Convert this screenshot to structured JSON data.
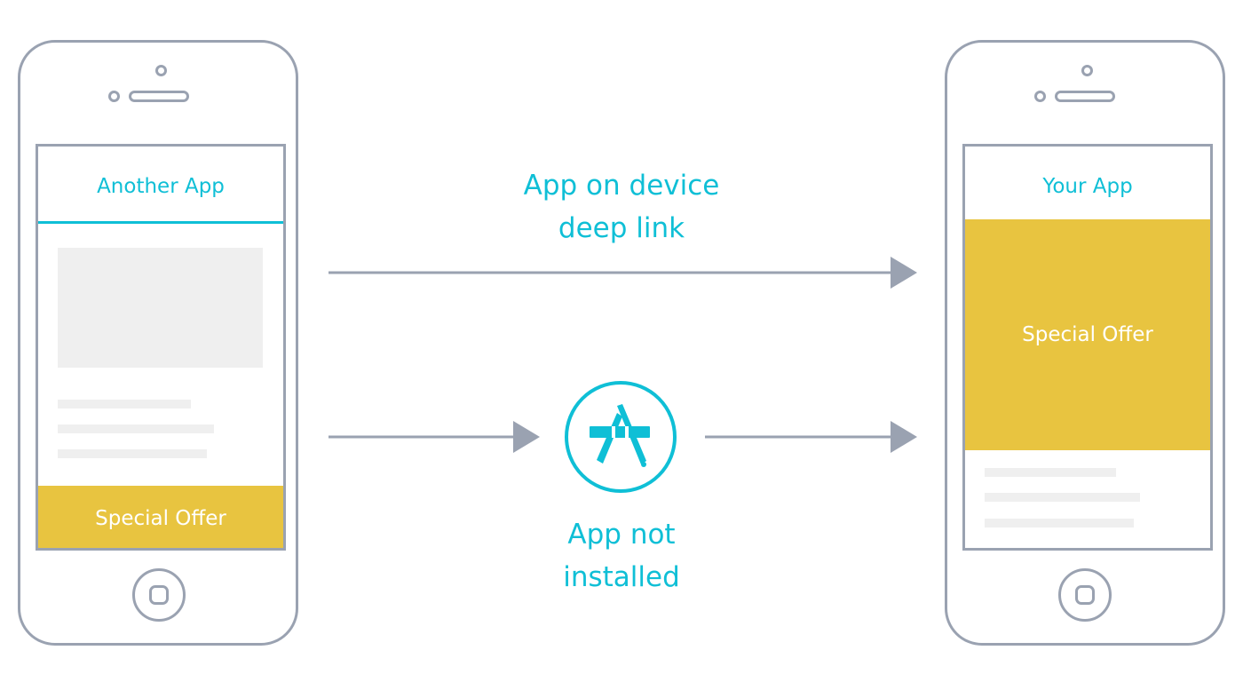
{
  "colors": {
    "accent": "#0fbfd6",
    "gray": "#9aa2b1",
    "gold": "#e8c440",
    "light": "#efefef"
  },
  "left_phone": {
    "app_title": "Another App",
    "offer_label": "Special Offer"
  },
  "right_phone": {
    "app_title": "Your App",
    "offer_label": "Special Offer"
  },
  "top_path": {
    "label_line1": "App on device",
    "label_line2": "deep link"
  },
  "bottom_path": {
    "icon": "app-store-icon",
    "label_line1": "App not",
    "label_line2": "installed"
  }
}
